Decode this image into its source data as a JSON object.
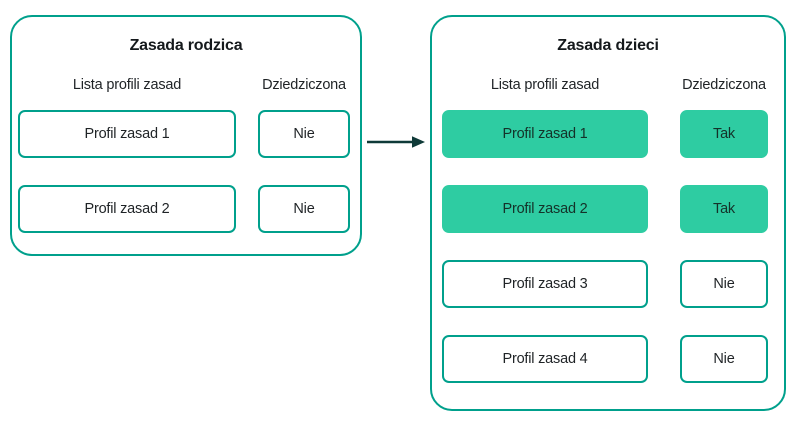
{
  "diagram": {
    "arrow": {
      "icon": "arrow-right-icon",
      "color": "#0f3a38"
    },
    "colors": {
      "panel_border": "#00a08c",
      "cell_border": "#00a08c",
      "cell_fill_selected": "#2ecca2",
      "text": "#1f2326",
      "title_text": "#15191c",
      "background": "#ffffff"
    }
  },
  "parent_policy": {
    "title": "Zasada rodzica",
    "headers": {
      "profiles": "Lista profili zasad",
      "inherited": "Dziedziczona"
    },
    "rows": [
      {
        "profile": "Profil zasad 1",
        "inherited": "Nie",
        "selected": false
      },
      {
        "profile": "Profil zasad 2",
        "inherited": "Nie",
        "selected": false
      }
    ]
  },
  "child_policy": {
    "title": "Zasada dzieci",
    "headers": {
      "profiles": "Lista profili zasad",
      "inherited": "Dziedziczona"
    },
    "rows": [
      {
        "profile": "Profil zasad 1",
        "inherited": "Tak",
        "selected": true
      },
      {
        "profile": "Profil zasad 2",
        "inherited": "Tak",
        "selected": true
      },
      {
        "profile": "Profil zasad 3",
        "inherited": "Nie",
        "selected": false
      },
      {
        "profile": "Profil zasad 4",
        "inherited": "Nie",
        "selected": false
      }
    ]
  }
}
